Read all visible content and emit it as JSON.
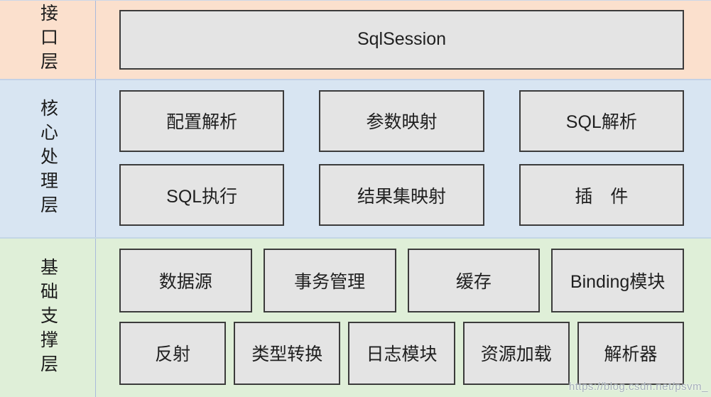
{
  "diagram": {
    "title_semantic": "MyBatis layered architecture diagram",
    "watermark": "https://blog.csdn.net/psvm_",
    "colors": {
      "interface_layer_bg": "#fbe0cd",
      "core_layer_bg": "#d8e5f2",
      "foundation_layer_bg": "#dfefd8",
      "box_fill": "#e4e4e4",
      "box_border": "#3b3b3b",
      "divider": "#a9badb",
      "text": "#1c1c1c"
    },
    "layers": [
      {
        "label": "接口层",
        "bg": "#fbe0cd",
        "rows": [
          [
            "SqlSession"
          ]
        ]
      },
      {
        "label": "核心处理层",
        "bg": "#d8e5f2",
        "rows": [
          [
            "配置解析",
            "参数映射",
            "SQL解析"
          ],
          [
            "SQL执行",
            "结果集映射",
            "插　件"
          ]
        ]
      },
      {
        "label": "基础支撑层",
        "bg": "#dfefd8",
        "rows": [
          [
            "数据源",
            "事务管理",
            "缓存",
            "Binding模块"
          ],
          [
            "反射",
            "类型转换",
            "日志模块",
            "资源加载",
            "解析器"
          ]
        ]
      }
    ]
  }
}
